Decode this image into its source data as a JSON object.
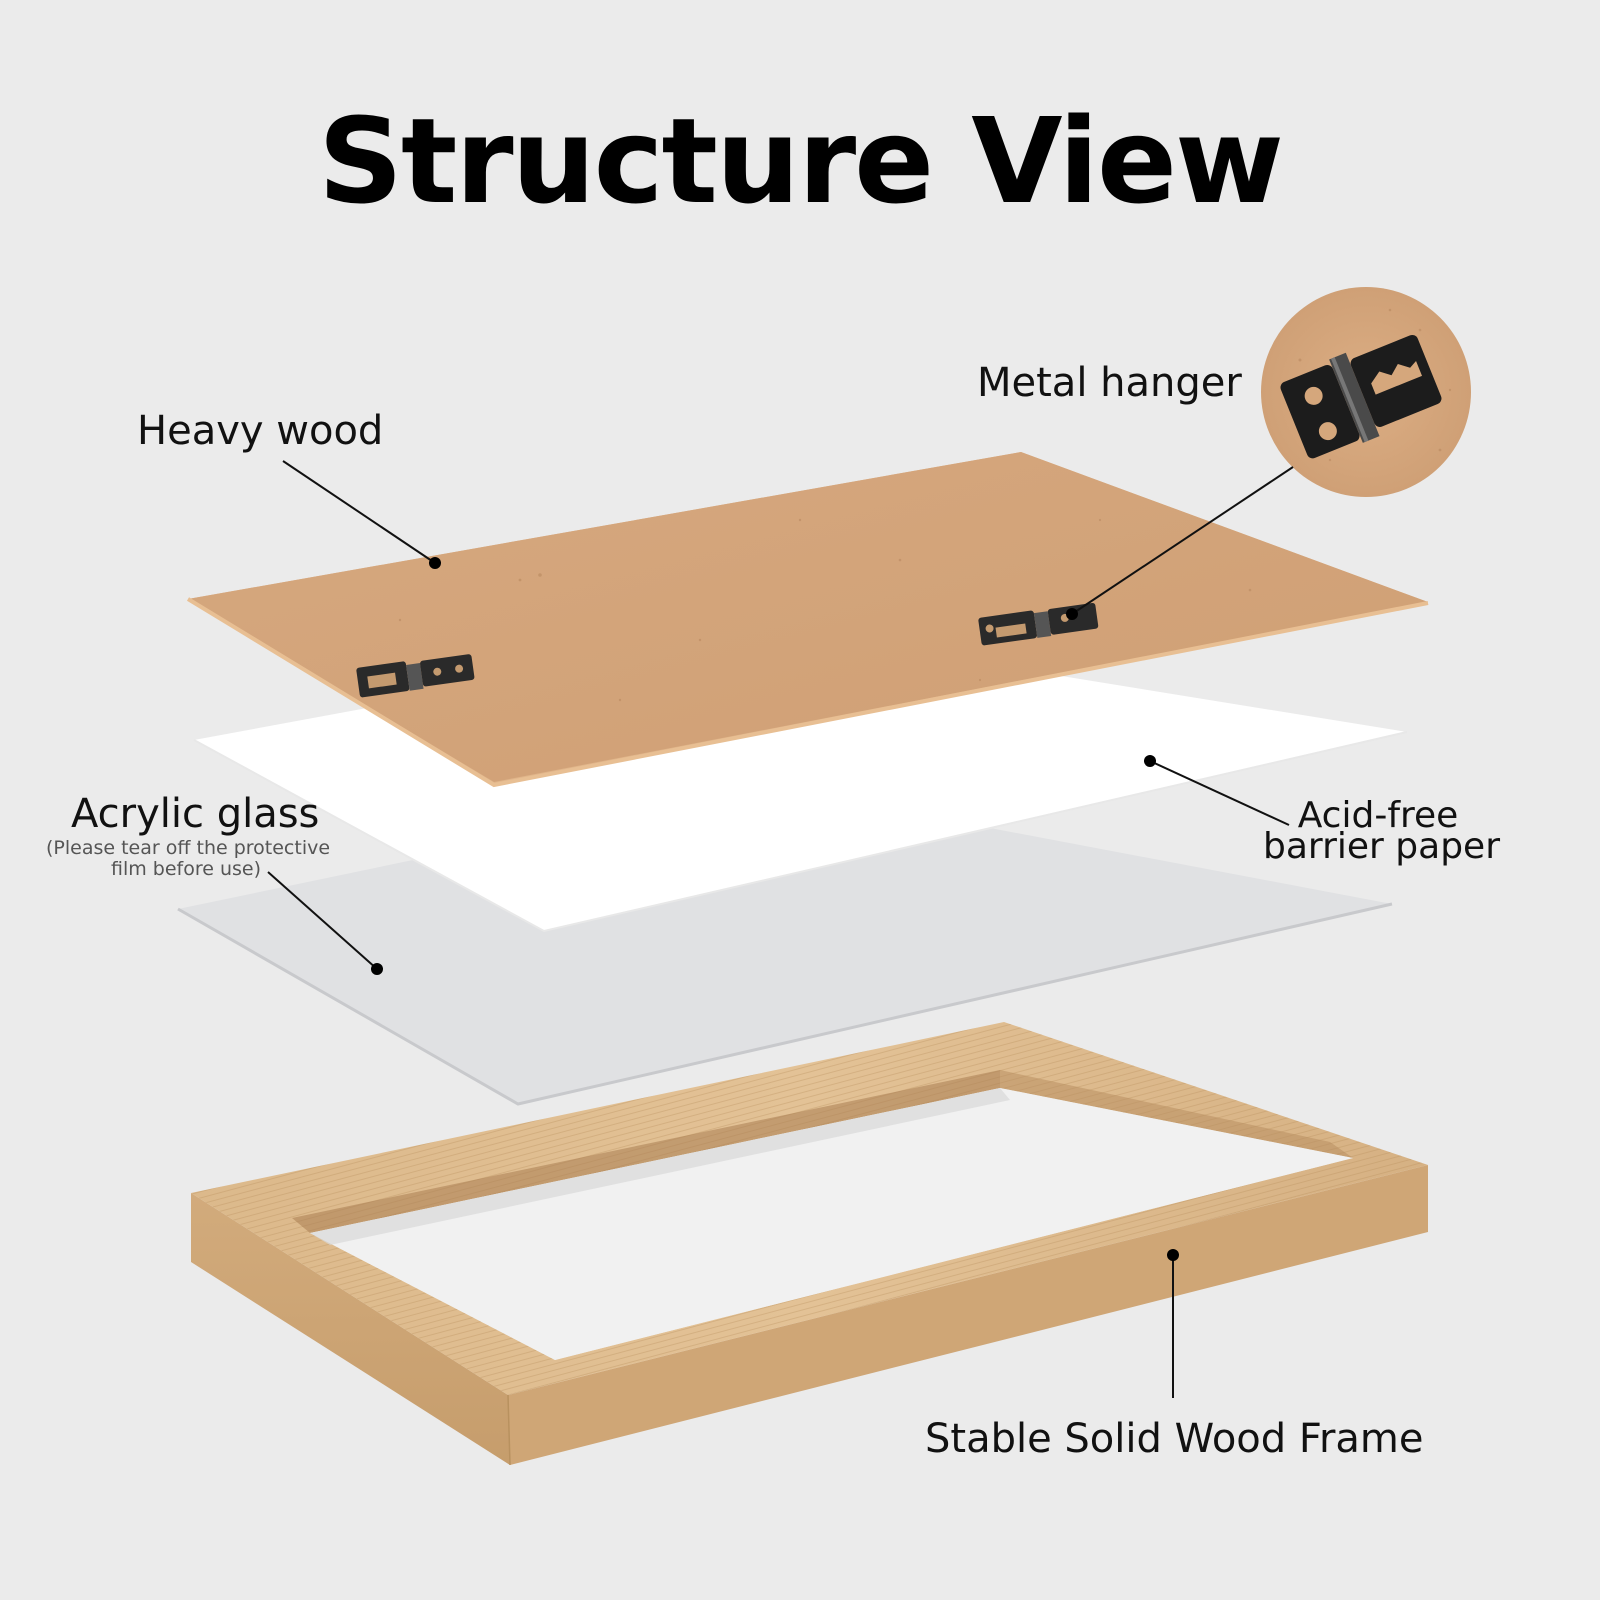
{
  "title": "Structure View",
  "labels": {
    "heavy_wood": "Heavy wood",
    "metal_hanger": "Metal hanger",
    "acrylic_glass": "Acrylic glass",
    "acrylic_note_line1": "(Please tear off the protective",
    "acrylic_note_line2": "film before use)",
    "barrier_line1": "Acid-free",
    "barrier_line2": "barrier paper",
    "frame": "Stable Solid Wood Frame"
  },
  "colors": {
    "background": "#ebebeb",
    "board": "#d4a57c",
    "paper": "#ffffff",
    "acrylic": "#e1e2e4",
    "wood_frame": "#d8b488",
    "hanger": "#2a2a2a"
  },
  "icons": [
    "hanger-icon",
    "hanger-zoom-icon"
  ]
}
